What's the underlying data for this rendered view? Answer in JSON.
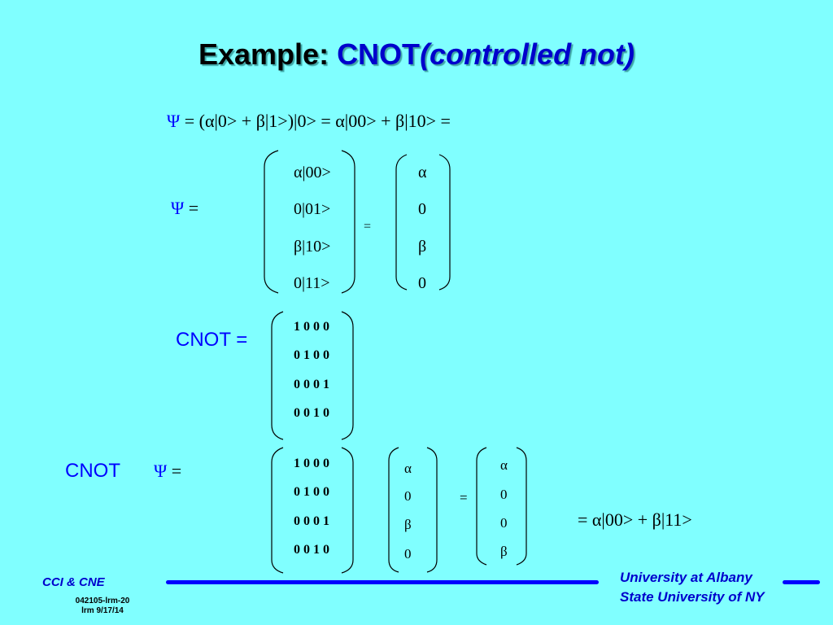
{
  "title": {
    "prefix": "Example: ",
    "highlight": "CNOT",
    "suffix": "(controlled not)"
  },
  "equation1": {
    "psi": "Ψ",
    "rhs": " =  (α|0> + β|1>)|0> = α|00> + β|10> ="
  },
  "equation2": {
    "psi": "Ψ",
    "eq": " =",
    "left_vector": [
      "α|00>",
      "0|01>",
      "β|10>",
      "0|11>"
    ],
    "equals": "=",
    "right_vector": [
      "α",
      "0",
      "β",
      "0"
    ]
  },
  "cnot_matrix": {
    "label": "CNOT =",
    "rows": [
      "1 0 0 0",
      "0 1 0 0",
      "0 0 0 1",
      "0 0 1 0"
    ]
  },
  "equation3": {
    "label": "CNOT",
    "psi": "Ψ",
    "eq": " =",
    "matrix_rows": [
      "1 0 0 0",
      "0 1 0 0",
      "0 0 0 1",
      "0 0 1 0"
    ],
    "input_vector": [
      "α",
      "0",
      "β",
      "0"
    ],
    "equals": "=",
    "output_vector": [
      "α",
      "0",
      "0",
      "β"
    ],
    "result": "=  α|00> + β|11>"
  },
  "footer": {
    "left": "CCI & CNE",
    "code": "042105-lrm-20",
    "date": "lrm 9/17/14",
    "right_line1": "University at Albany",
    "right_line2": "State University of NY"
  },
  "colors": {
    "background": "#80ffff",
    "accent": "#0000ff",
    "title_highlight": "#0000cc"
  }
}
